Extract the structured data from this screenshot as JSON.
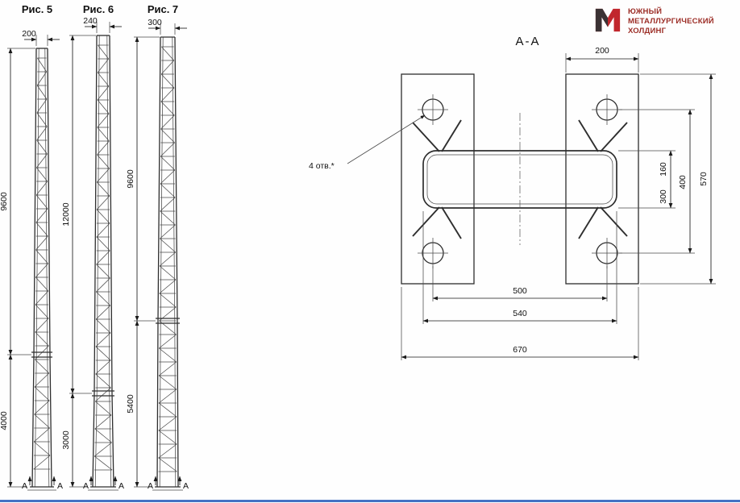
{
  "logo": {
    "icon": "m-monogram",
    "line1": "ЮЖНЫЙ",
    "line2": "МЕТАЛЛУРГИЧЕСКИЙ",
    "line3": "ХОЛДИНГ",
    "color_dark": "#3b3234",
    "color_red": "#c1272d"
  },
  "figures": [
    {
      "label": "Рис. 5",
      "top_width": "200",
      "upper_height": "9600",
      "lower_height": "4000",
      "section_mark": "А"
    },
    {
      "label": "Рис. 6",
      "top_width": "240",
      "upper_height": "12000",
      "lower_height": "3000",
      "section_mark": "А"
    },
    {
      "label": "Рис. 7",
      "top_width": "300",
      "upper_height": "9600",
      "lower_height": "5400",
      "section_mark": "А"
    }
  ],
  "section_view": {
    "title": "А-А",
    "holes_note": "4 отв.*",
    "dims": {
      "plate_width": "200",
      "overall_height": "570",
      "hole_spacing_v": "400",
      "member_height": "160",
      "inner_height": "300",
      "hole_spacing_h": "500",
      "member_length": "540",
      "overall_width": "670"
    }
  },
  "accents": {
    "bottom_bar_color": "#4472c4"
  }
}
